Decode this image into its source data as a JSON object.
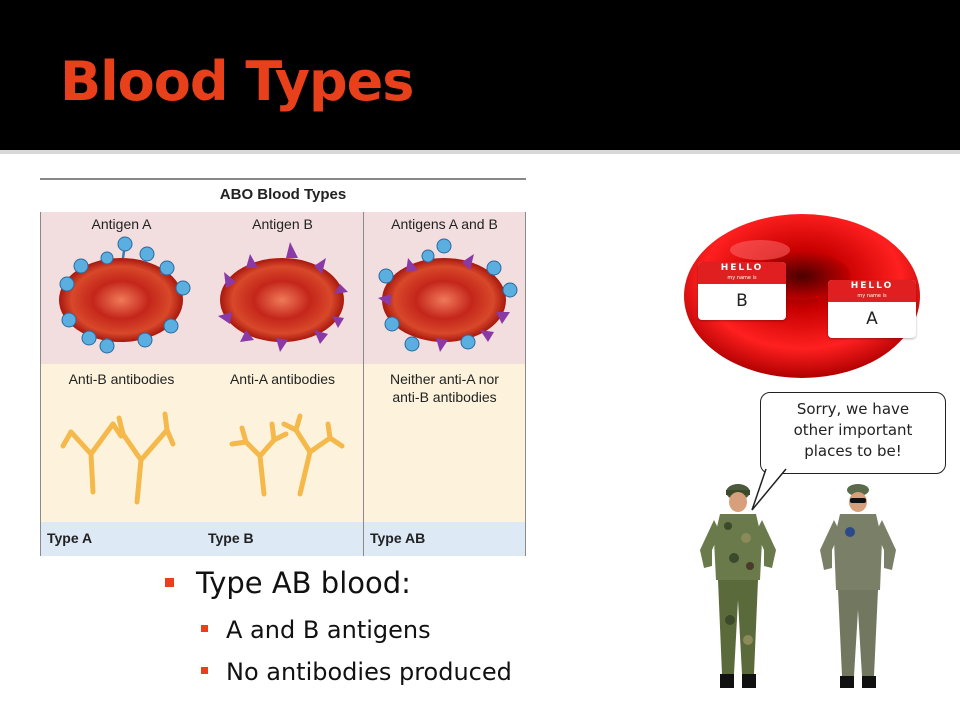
{
  "slide": {
    "title": "Blood Types",
    "accent_color": "#e8401a"
  },
  "figure": {
    "title": "ABO Blood Types",
    "columns": [
      {
        "antigen": "Antigen A",
        "antibodies": [
          "Anti-B antibodies"
        ],
        "type": "Type A"
      },
      {
        "antigen": "Antigen B",
        "antibodies": [
          "Anti-A antibodies"
        ],
        "type": "Type B"
      },
      {
        "antigen": "Antigens A and B",
        "antibodies": [
          "Neither anti-A nor",
          "anti-B antibodies"
        ],
        "type": "Type AB"
      }
    ]
  },
  "bullets": {
    "main": "Type AB blood:",
    "sub": [
      "A and B antigens",
      "No antibodies produced"
    ]
  },
  "illustration": {
    "tag_header": "HELLO",
    "tag_subheader": "my name is",
    "tag_left": "B",
    "tag_right": "A",
    "speech": [
      "Sorry, we have",
      "other important",
      "places to be!"
    ]
  }
}
